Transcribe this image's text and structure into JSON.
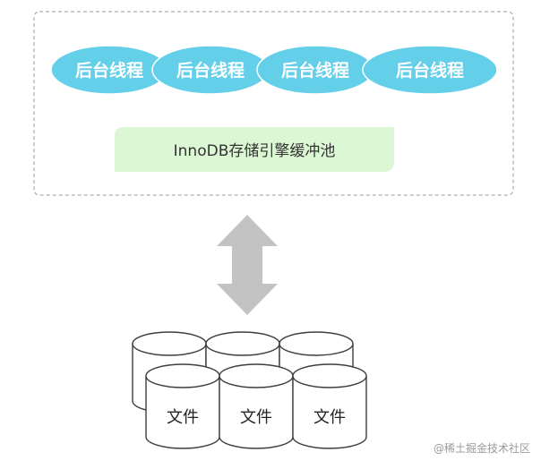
{
  "threads": [
    {
      "label": "后台线程"
    },
    {
      "label": "后台线程"
    },
    {
      "label": "后台线程"
    },
    {
      "label": "后台线程"
    }
  ],
  "buffer_pool": {
    "label": "InnoDB存储引擎缓冲池"
  },
  "files": [
    {
      "label": "文件"
    },
    {
      "label": "文件"
    },
    {
      "label": "文件"
    }
  ],
  "back_disks": [
    {},
    {},
    {}
  ],
  "arrow": {
    "meaning": "bidirectional"
  },
  "watermark": "@稀土掘金技术社区",
  "colors": {
    "thread_fill": "#63cfe9",
    "buffer_fill": "#dcf7d4",
    "arrow_fill": "#c3c3c3",
    "frame_stroke": "#9a9a9a",
    "disk_stroke": "#3d3d3d"
  }
}
